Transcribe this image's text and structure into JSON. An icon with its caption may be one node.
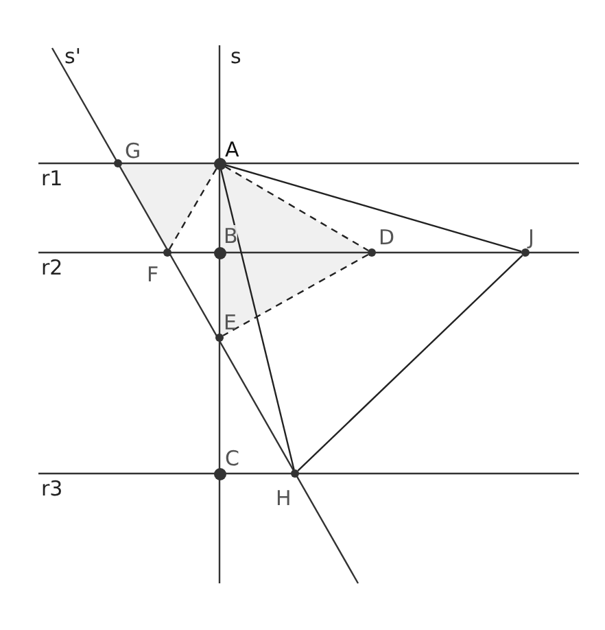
{
  "diagram": {
    "nodes": [
      {
        "text": [
          "G"
        ]
      },
      {
        "text": [
          "A"
        ]
      },
      {
        "text": [
          "B"
        ]
      },
      {
        "text": [
          "D"
        ]
      },
      {
        "text": [
          "J"
        ]
      },
      {
        "text": [
          "F"
        ]
      },
      {
        "text": [
          "E"
        ]
      },
      {
        "text": [
          "C"
        ]
      },
      {
        "text": [
          "H"
        ]
      }
    ],
    "edges": [
      {
        "from": 1,
        "to": 4,
        "arrow": "none"
      },
      {
        "from": 4,
        "to": 8,
        "arrow": "none"
      },
      {
        "from": 1,
        "to": 8,
        "arrow": "none"
      },
      {
        "from": 1,
        "to": 5,
        "arrow": "none",
        "style": "dashed"
      },
      {
        "from": 1,
        "to": 3,
        "arrow": "none",
        "style": "dashed"
      },
      {
        "from": 3,
        "to": 6,
        "arrow": "none",
        "style": "dashed"
      }
    ],
    "labels": [
      "s'",
      "s",
      "r1",
      "r2",
      "r3"
    ]
  }
}
